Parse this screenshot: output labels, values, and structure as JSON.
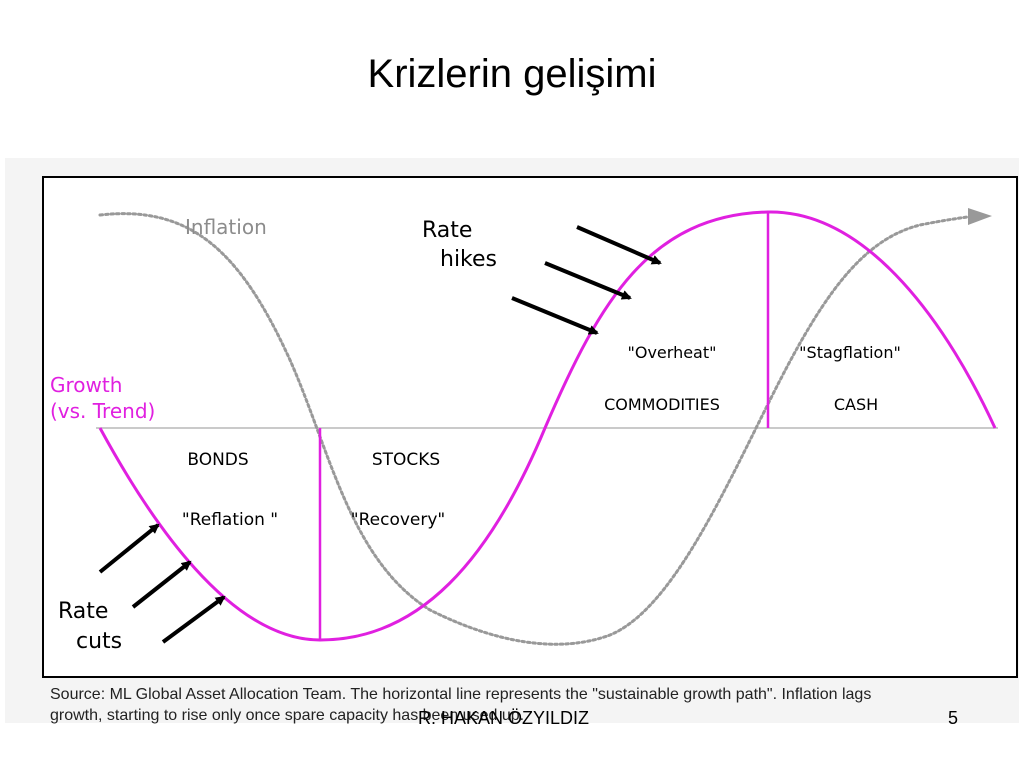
{
  "slide": {
    "title": "Krizlerin gelişimi",
    "author": "R. HAKAN ÖZYILDIZ",
    "page_number": "5"
  },
  "diagram": {
    "curves": {
      "inflation": {
        "label": "Inflation",
        "color": "#999999"
      },
      "growth": {
        "label_line1": "Growth",
        "label_line2": "(vs. Trend)",
        "color": "#e020e0"
      }
    },
    "phases": [
      {
        "asset": "BONDS",
        "name": "\"Reflation \""
      },
      {
        "asset": "STOCKS",
        "name": "\"Recovery\""
      },
      {
        "asset": "COMMODITIES",
        "name": "\"Overheat\""
      },
      {
        "asset": "CASH",
        "name": "\"Stagflation\""
      }
    ],
    "rate_hikes": {
      "line1": "Rate",
      "line2": "hikes"
    },
    "rate_cuts": {
      "line1": "Rate",
      "line2": "cuts"
    }
  },
  "source_note": {
    "line1": "Source: ML Global Asset Allocation Team. The horizontal line represents the \"sustainable growth path\". Inflation lags",
    "line2": "growth, starting to rise only once spare capacity has been used up."
  }
}
